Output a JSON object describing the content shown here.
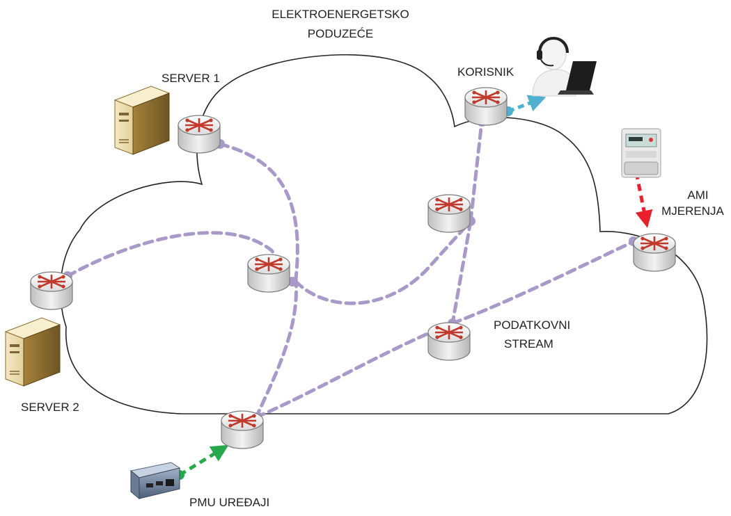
{
  "labels": {
    "utility_line1": "ELEKTROENERGETSKO",
    "utility_line2": "PODUZEĆE",
    "server1": "SERVER 1",
    "server2": "SERVER 2",
    "user": "KORISNIK",
    "ami_line1": "AMI",
    "ami_line2": "MJERENJA",
    "stream_line1": "PODATKOVNI",
    "stream_line2": "STREAM",
    "pmu": "PMU UREĐAJI"
  },
  "colors": {
    "data_link": "#a899c9",
    "ami_link": "#e8202a",
    "pmu_link": "#27a84a",
    "user_link": "#4fb0d0",
    "router_arrow": "#c0392b",
    "cloud_outline": "#222222"
  },
  "icons": [
    "router-icon",
    "server-icon",
    "user-headset-icon",
    "smart-meter-icon",
    "pmu-device-icon"
  ]
}
